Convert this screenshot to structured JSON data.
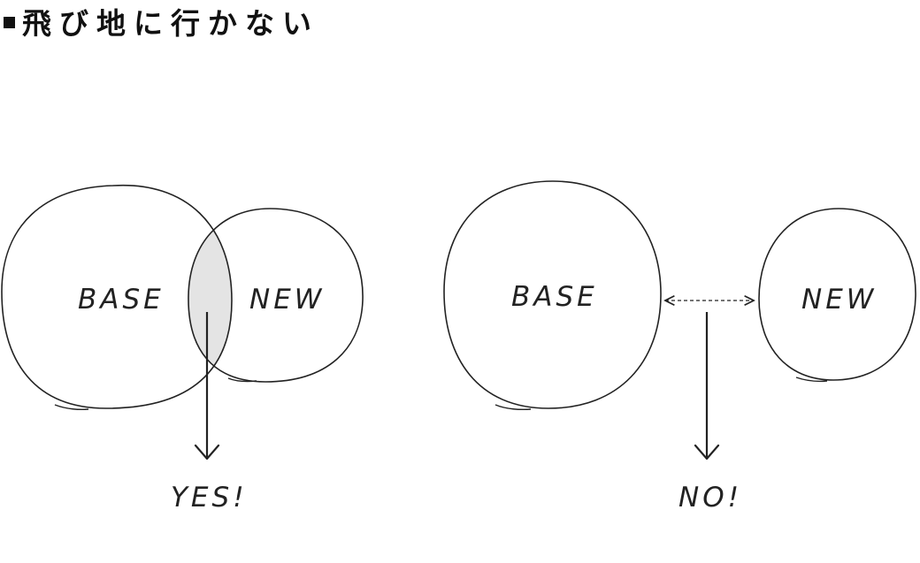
{
  "heading": {
    "bullet": "■",
    "text": "飛び地に行かない"
  },
  "diagrams": [
    {
      "base_label": "BASE",
      "new_label": "NEW",
      "verdict": "YES!",
      "overlap": true
    },
    {
      "base_label": "BASE",
      "new_label": "NEW",
      "verdict": "NO!",
      "overlap": false
    }
  ],
  "colors": {
    "stroke": "#222222",
    "overlap_fill": "#e4e4e4",
    "background": "#ffffff"
  }
}
